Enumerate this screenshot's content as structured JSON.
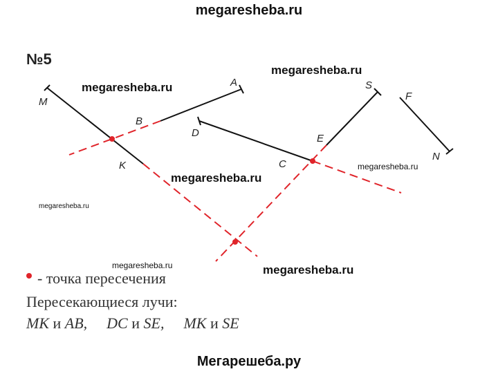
{
  "site_top": "megaresheba.ru",
  "site_bottom": "Мегарешеба.ру",
  "task_number": "№5",
  "watermarks": {
    "w1": "megaresheba.ru",
    "w2": "megaresheba.ru",
    "w3": "megaresheba.ru",
    "w4": "megaresheba.ru",
    "w5": "megaresheba.ru",
    "w6": "megaresheba.ru",
    "w7": "megaresheba.ru"
  },
  "points": {
    "M": "M",
    "K": "K",
    "A": "A",
    "B": "B",
    "D": "D",
    "C": "C",
    "S": "S",
    "E": "E",
    "F": "F",
    "N": "N"
  },
  "legend": {
    "text": "- точка пересечения",
    "title": "Пересекающиеся лучи:",
    "pairs": [
      {
        "first": "MK",
        "and": "и",
        "second": "AB,"
      },
      {
        "first": "DC",
        "and": "и",
        "second": "SE,"
      },
      {
        "first": "MK",
        "and": "и",
        "second": "SE"
      }
    ]
  },
  "colors": {
    "line": "#111111",
    "extension": "#e0242a",
    "intersection": "#e0242a"
  }
}
